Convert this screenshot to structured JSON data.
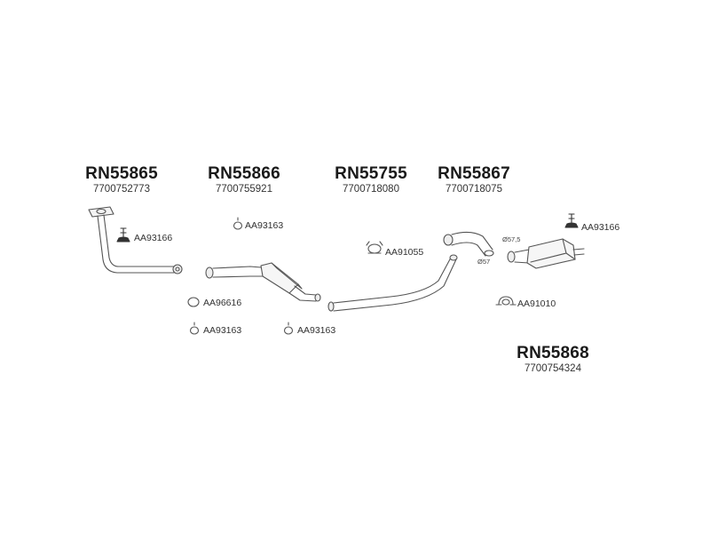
{
  "headers": [
    {
      "code": "RN55865",
      "oem": "7700752773"
    },
    {
      "code": "RN55866",
      "oem": "7700755921"
    },
    {
      "code": "RN55755",
      "oem": "7700718080"
    },
    {
      "code": "RN55867",
      "oem": "7700718075"
    },
    {
      "code": "RN55868",
      "oem": "7700754324"
    }
  ],
  "fittings": [
    {
      "label": "AA93166",
      "icon": "rubber-hanger-icon"
    },
    {
      "label": "AA93163",
      "icon": "o-ring-icon"
    },
    {
      "label": "AA91055",
      "icon": "clamp-icon"
    },
    {
      "label": "AA96616",
      "icon": "gasket-ring-icon"
    },
    {
      "label": "AA93163",
      "icon": "o-ring-icon"
    },
    {
      "label": "AA93163",
      "icon": "o-ring-icon"
    },
    {
      "label": "AA93166",
      "icon": "rubber-hanger-icon"
    },
    {
      "label": "AA91010",
      "icon": "u-clamp-icon"
    }
  ],
  "dimensions": {
    "d1": "Ø57,5",
    "d2": "Ø57"
  }
}
